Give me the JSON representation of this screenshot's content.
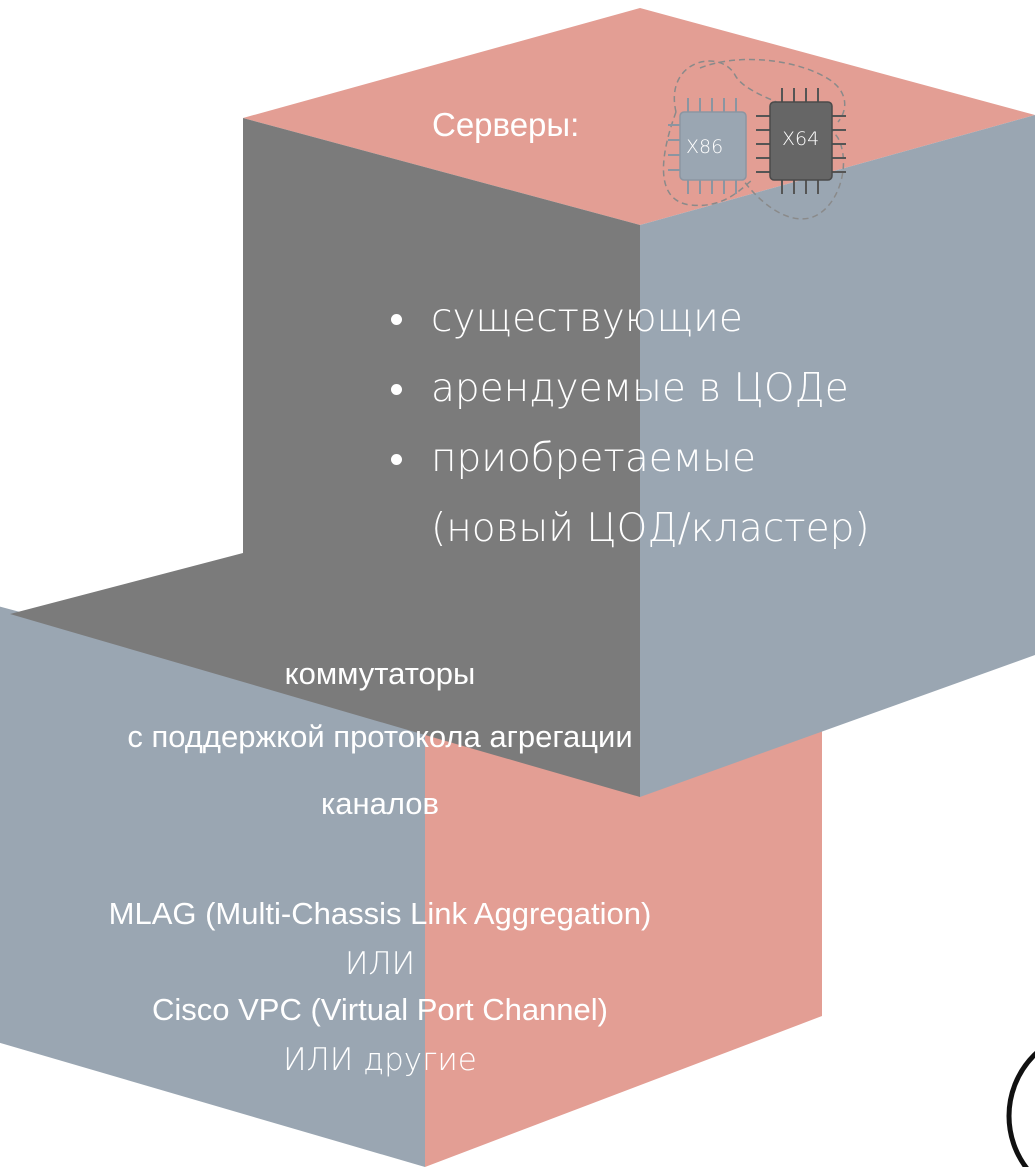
{
  "top_cube": {
    "title": "Серверы:",
    "chips": [
      {
        "label": "X86"
      },
      {
        "label": "X64"
      }
    ],
    "bullets": [
      "существующие",
      "арендуемые в ЦОДе",
      "приобретаемые",
      "(новый ЦОД/кластер)"
    ]
  },
  "bottom_cube": {
    "line1": "коммутаторы",
    "line2": "с поддержкой протокола агрегации",
    "line3": "каналов",
    "mlag": "MLAG (Multi-Chassis Link Aggregation)",
    "or1": "ИЛИ",
    "cisco": "Cisco VPC (Virtual Port Channel)",
    "or2": "ИЛИ  другие"
  },
  "colors": {
    "face_pink": "#e39e94",
    "face_blue": "#9aa6b2",
    "face_dark": "#7b7b7b",
    "chip_dark": "#666666",
    "chip_light": "#9aa6b2"
  }
}
